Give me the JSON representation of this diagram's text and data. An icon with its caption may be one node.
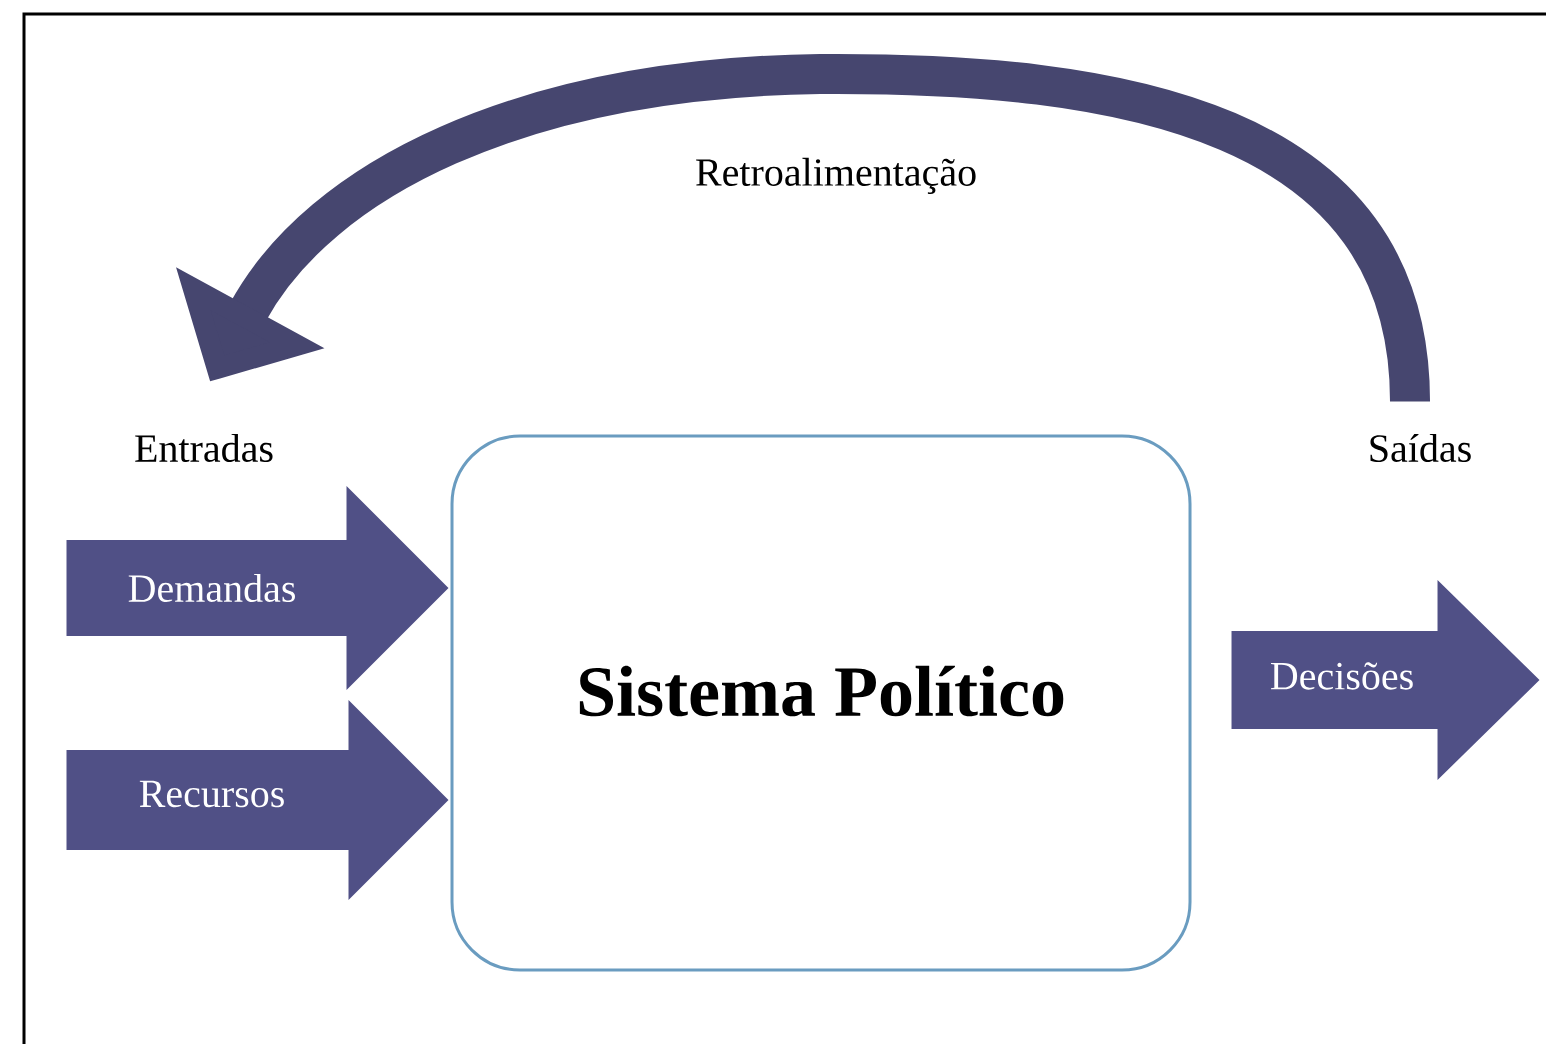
{
  "diagram": {
    "nodes": [
      {
        "text": [
          "Entradas"
        ]
      },
      {
        "text": [
          "Saídas"
        ]
      },
      {
        "text": [
          "Sistema Político"
        ]
      }
    ],
    "edges": [
      {
        "from": 1,
        "to": 0,
        "arrow": "to",
        "label": "Retroalimentação"
      },
      {
        "from": null,
        "to": 2,
        "arrow": "to",
        "label": "Demandas"
      },
      {
        "from": null,
        "to": 2,
        "arrow": "to",
        "label": "Recursos"
      },
      {
        "from": 2,
        "to": null,
        "arrow": "to",
        "label": "Decisões"
      }
    ]
  }
}
